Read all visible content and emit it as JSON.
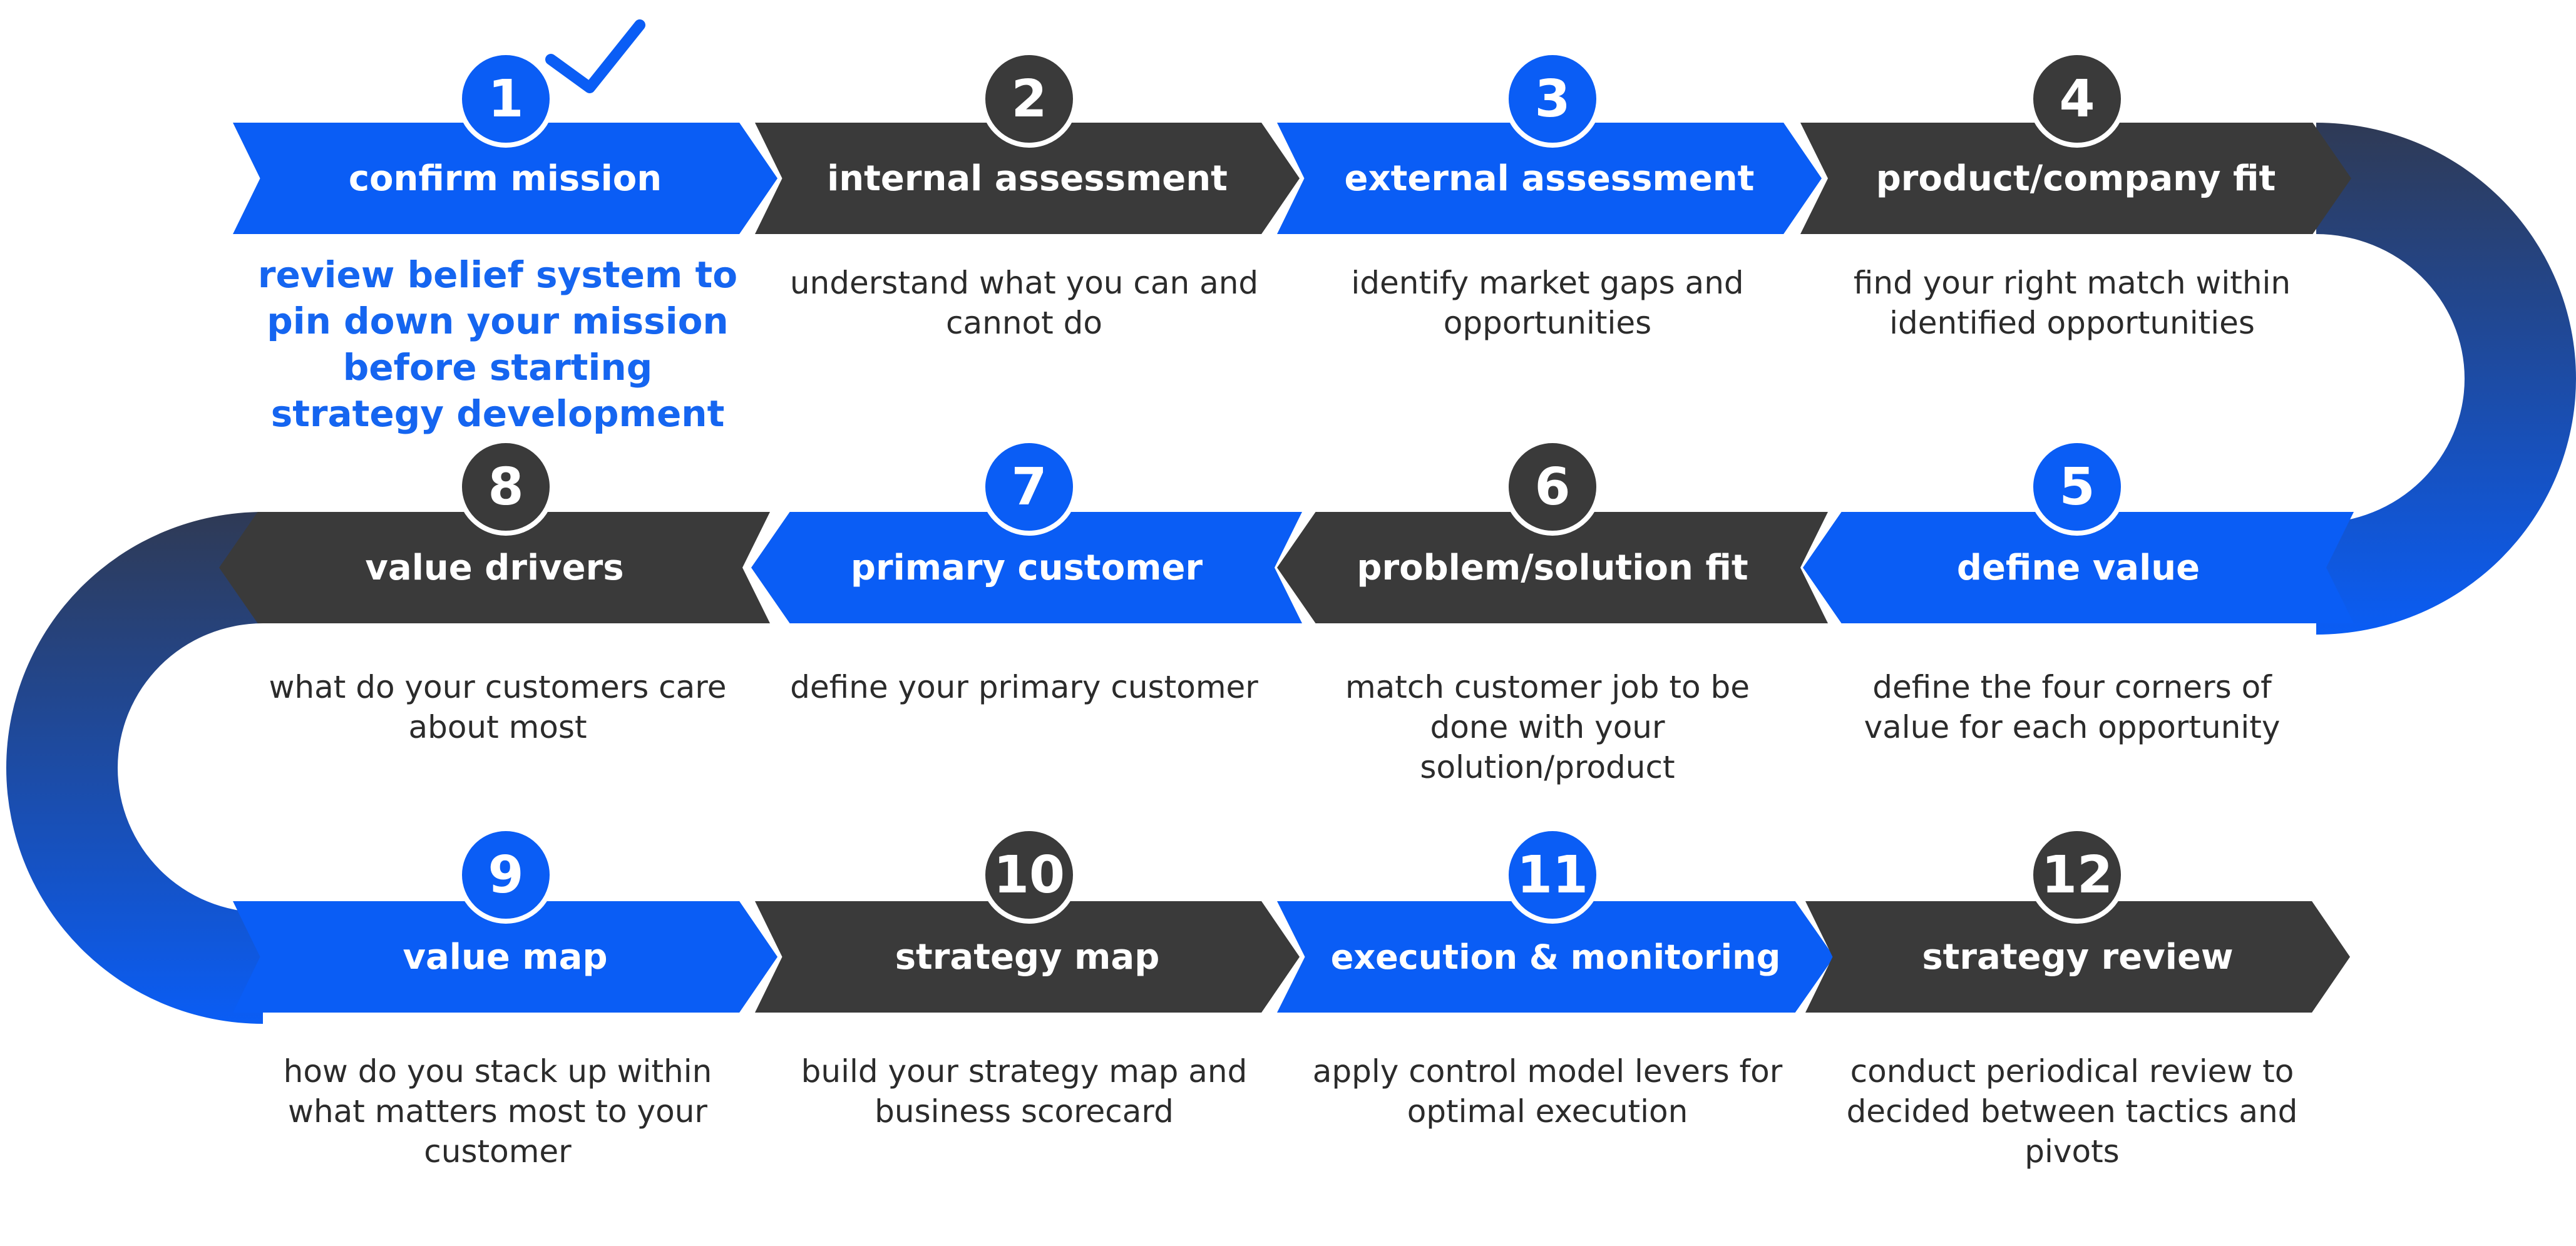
{
  "steps": [
    {
      "n": "1",
      "title": "confirm mission",
      "desc": "review belief system to pin down your mission before starting strategy development",
      "color": "#0a5df5"
    },
    {
      "n": "2",
      "title": "internal assessment",
      "desc": "understand what you can and cannot do",
      "color": "#3a3a3a"
    },
    {
      "n": "3",
      "title": "external assessment",
      "desc": "identify market gaps and opportunities",
      "color": "#0a5df5"
    },
    {
      "n": "4",
      "title": "product/company fit",
      "desc": "find your right match within identified opportunities",
      "color": "#3a3a3a"
    },
    {
      "n": "5",
      "title": "define value",
      "desc": "define the four corners of value for each opportunity",
      "color": "#0a5df5"
    },
    {
      "n": "6",
      "title": "problem/solution fit",
      "desc": "match customer job to be done with your solution/product",
      "color": "#3a3a3a"
    },
    {
      "n": "7",
      "title": "primary customer",
      "desc": "define your primary customer",
      "color": "#0a5df5"
    },
    {
      "n": "8",
      "title": "value drivers",
      "desc": "what do your customers care about most",
      "color": "#3a3a3a"
    },
    {
      "n": "9",
      "title": "value map",
      "desc": "how do you stack up within what matters most to your customer",
      "color": "#0a5df5"
    },
    {
      "n": "10",
      "title": "strategy map",
      "desc": "build your strategy map and business scorecard",
      "color": "#3a3a3a"
    },
    {
      "n": "11",
      "title": "execution & monitoring",
      "desc": "apply control model levers for optimal execution",
      "color": "#0a5df5"
    },
    {
      "n": "12",
      "title": "strategy review",
      "desc": "conduct periodical review to decided between tactics and pivots",
      "color": "#3a3a3a"
    }
  ],
  "completed_step": "1",
  "colors": {
    "accent": "#0a5df5",
    "dark": "#3a3a3a",
    "text": "#2b2b2b"
  },
  "icons": {
    "completed": "checkmark-icon"
  }
}
